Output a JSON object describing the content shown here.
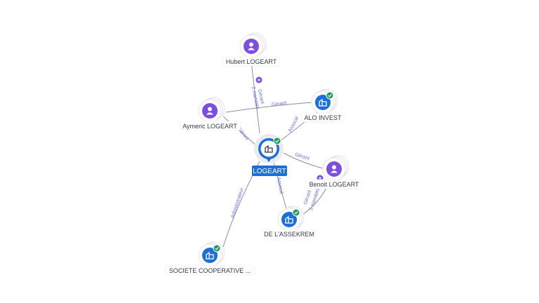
{
  "colors": {
    "edge": "#8a8fa6",
    "edge_label": "#6a6fd0",
    "person": "#7b4fe0",
    "company": "#1a6fd8",
    "center": "#1a6fd8",
    "check": "#1e9b5a",
    "label_bg": "#ffffff",
    "label_text": "#333a4a"
  },
  "graph": {
    "center": {
      "id": "logeart",
      "label": "LOGEART",
      "icon": "building-icon",
      "verified": true
    },
    "nodes": [
      {
        "id": "hubert",
        "label": "Hubert LOGEART",
        "kind": "person",
        "icon": "person-icon",
        "verified": false
      },
      {
        "id": "aymeric",
        "label": "Aymeric LOGEART",
        "kind": "person",
        "icon": "person-icon",
        "verified": false
      },
      {
        "id": "alo",
        "label": "ALO INVEST",
        "kind": "company",
        "icon": "building-icon",
        "verified": true
      },
      {
        "id": "benoit",
        "label": "Benoit LOGEART",
        "kind": "person",
        "icon": "person-icon",
        "verified": false
      },
      {
        "id": "lassekrem",
        "label": "DE L'ASSEKREM",
        "kind": "company",
        "icon": "building-icon",
        "verified": true
      },
      {
        "id": "societe",
        "label": "SOCIETE COOPERATIVE ...",
        "kind": "company",
        "icon": "building-icon",
        "verified": true
      }
    ],
    "edges": [
      {
        "from": "hubert",
        "to": "logeart",
        "label": "Gérant"
      },
      {
        "from": "hubert",
        "to": "logeart",
        "label": "2 mandats"
      },
      {
        "from": "aymeric",
        "to": "logeart",
        "label": "Gérant"
      },
      {
        "from": "aymeric",
        "to": "alo",
        "label": "Gérant"
      },
      {
        "from": "alo",
        "to": "logeart",
        "label": "Associé"
      },
      {
        "from": "benoit",
        "to": "logeart",
        "label": "Gérant"
      },
      {
        "from": "benoit",
        "to": "lassekrem",
        "label": "Gérant"
      },
      {
        "from": "benoit",
        "to": "lassekrem",
        "label": "2 mandats"
      },
      {
        "from": "lassekrem",
        "to": "logeart",
        "label": "Associé"
      },
      {
        "from": "societe",
        "to": "logeart",
        "label": "Administrateur"
      }
    ]
  }
}
